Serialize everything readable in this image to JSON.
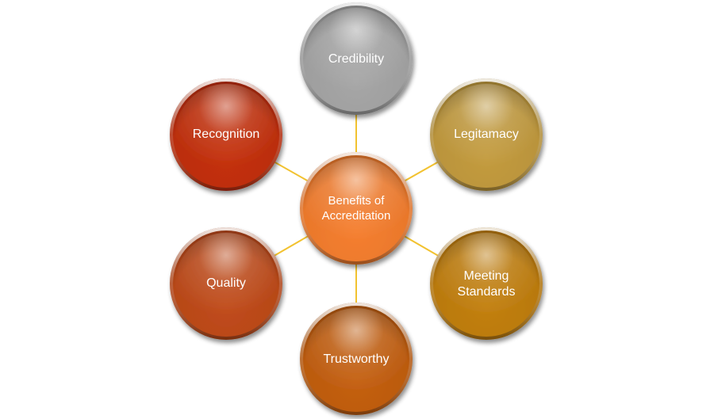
{
  "diagram": {
    "connector_color": "#F2C230",
    "center": {
      "label_line1": "Benefits of",
      "label_line2": "Accreditation",
      "color": "#F57E2E"
    },
    "nodes": [
      {
        "key": "credibility",
        "label_line1": "Credibility",
        "label_line2": "",
        "color": "#A6A6A6"
      },
      {
        "key": "legitamacy",
        "label_line1": "Legitamacy",
        "label_line2": "",
        "color": "#C39B3E"
      },
      {
        "key": "meeting-standards",
        "label_line1": "Meeting",
        "label_line2": "Standards",
        "color": "#C27F0E"
      },
      {
        "key": "trustworthy",
        "label_line1": "Trustworthy",
        "label_line2": "",
        "color": "#C45F10"
      },
      {
        "key": "quality",
        "label_line1": "Quality",
        "label_line2": "",
        "color": "#C04B1A"
      },
      {
        "key": "recognition",
        "label_line1": "Recognition",
        "label_line2": "",
        "color": "#C4300C"
      }
    ]
  }
}
